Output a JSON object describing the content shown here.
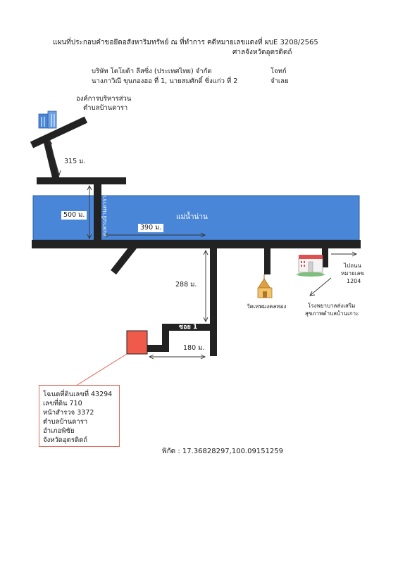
{
  "header": {
    "title_line1": "แผนที่ประกอบคำขอยึดอสังหาริมทรัพย์ ณ ที่ทำการ คดีหมายเลขแดงที่ ผบE 3208/2565",
    "title_line2": "ศาลจังหวัดอุตรดิตถ์"
  },
  "parties": {
    "plaintiff_name": "บริษัท โตโยต้า ลีสซิ่ง (ประเทศไทย) จำกัด",
    "plaintiff_role": "โจทก์",
    "defendant_name": "นางภาวิณี ขุนกองฮอ ที่ 1, นายสมศักดิ์ ซิ่งแก่ว ที่ 2",
    "defendant_role": "จำเลย"
  },
  "map": {
    "office_label_1": "องค์การบริหารส่วน",
    "office_label_2": "ตำบลบ้านดารา",
    "dist_315": "315 ม.",
    "river_width": "500 ม.",
    "bridge_label": "สะพานบ้านดารา",
    "dist_390": "390 ม.",
    "river_name": "แม่น้ำน่าน",
    "dist_288": "288 ม.",
    "soi_label": "ซอย 1",
    "dist_180": "180 ม.",
    "temple_label": "วัดเทพมงคลทอง",
    "hospital_label_1": "โรงพยาบาลส่งเสริม",
    "hospital_label_2": "สุขภาพตำบลบ้านเกาะ",
    "direction_1": "ไปถนน",
    "direction_2": "หมายเลข",
    "direction_3": "1204",
    "colors": {
      "river": "#4a86d8",
      "road": "#222222",
      "plot": "#f05a4a",
      "note_border": "#e06a5a"
    }
  },
  "land_info": {
    "deed_no": "โฉนดที่ดินเลขที่ 43294",
    "land_no": "เลขที่ดิน 710",
    "survey_page": "หน้าสำรวจ 3372",
    "subdistrict": "ตำบลบ้านดารา",
    "district": "อำเภอพิชัย",
    "province": "จังหวัดอุตรดิตถ์"
  },
  "coordinates": "พิกัด : 17.36828297,100.09151259"
}
